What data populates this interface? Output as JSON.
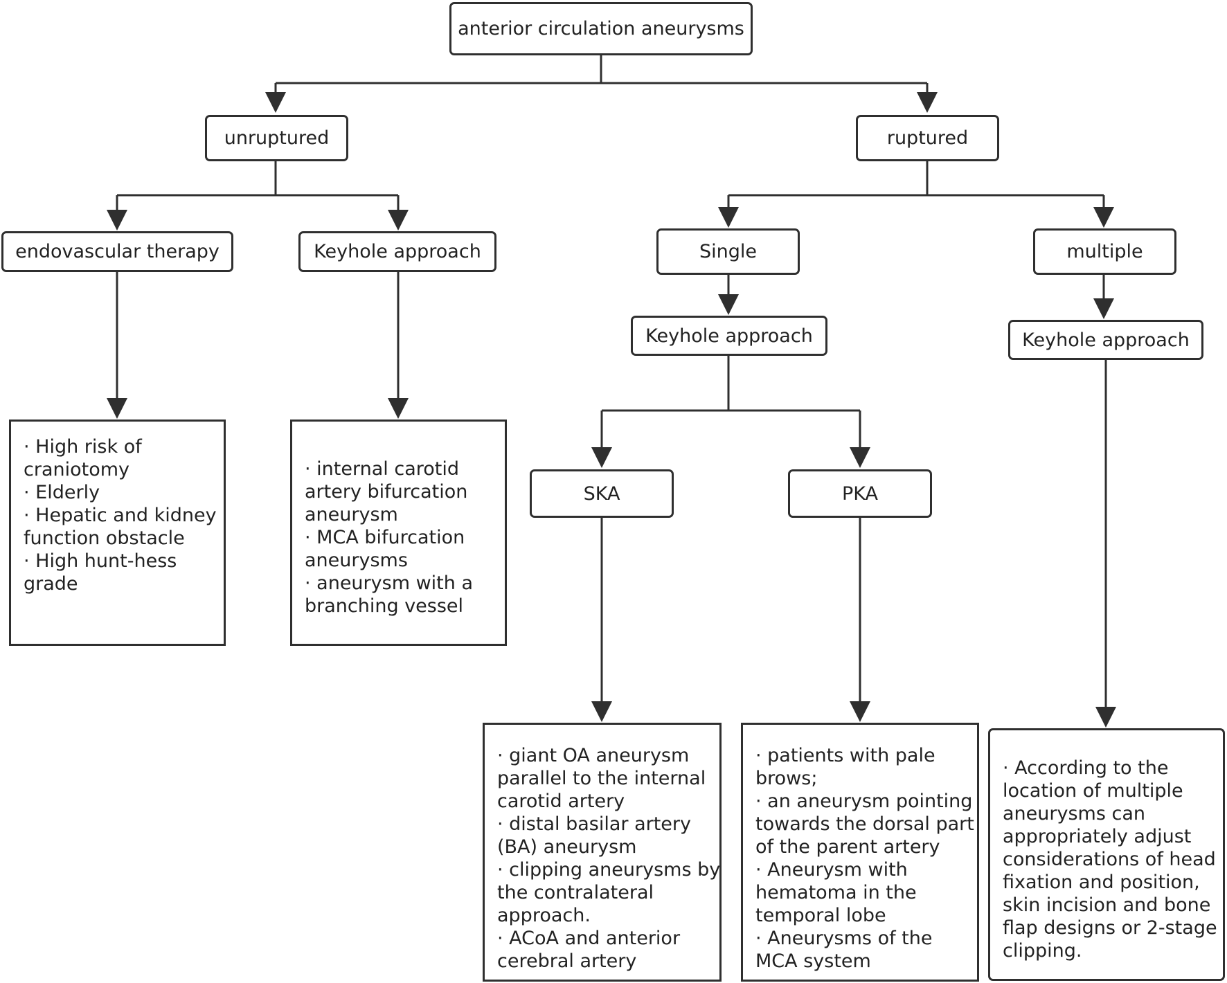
{
  "nodes": {
    "root": "anterior circulation aneurysms",
    "unruptured": "unruptured",
    "ruptured": "ruptured",
    "endovascular": "endovascular therapy",
    "keyhole_unruptured": "Keyhole approach",
    "single": "Single",
    "multiple": "multiple",
    "keyhole_single": "Keyhole approach",
    "keyhole_multiple": "Keyhole approach",
    "ska": "SKA",
    "pka": "PKA"
  },
  "notes": {
    "endovascular": [
      "· High risk of",
      "craniotomy",
      "· Elderly",
      "· Hepatic and kidney",
      "function obstacle",
      "· High hunt-hess",
      "grade"
    ],
    "keyhole_unruptured": [
      "· internal carotid",
      "artery bifurcation",
      "aneurysm",
      "· MCA bifurcation",
      "aneurysms",
      "· aneurysm with a",
      "branching vessel"
    ],
    "ska": [
      "· giant OA aneurysm",
      "parallel to the internal",
      "carotid artery",
      "· distal basilar artery",
      "(BA) aneurysm",
      "· clipping aneurysms by",
      "the contralateral",
      "approach.",
      " · ACoA and anterior",
      "cerebral artery"
    ],
    "pka": [
      "· patients with pale",
      "brows;",
      "· an aneurysm pointing",
      "towards the dorsal part",
      "of the parent artery",
      "· Aneurysm with",
      "hematoma in the",
      "temporal lobe",
      "· Aneurysms of the",
      "MCA system"
    ],
    "multiple": [
      "· According to the",
      "location of multiple",
      "aneurysms can",
      "appropriately adjust",
      "considerations of head",
      "fixation and position,",
      "skin incision and bone",
      "flap designs or 2-stage",
      "clipping."
    ]
  }
}
